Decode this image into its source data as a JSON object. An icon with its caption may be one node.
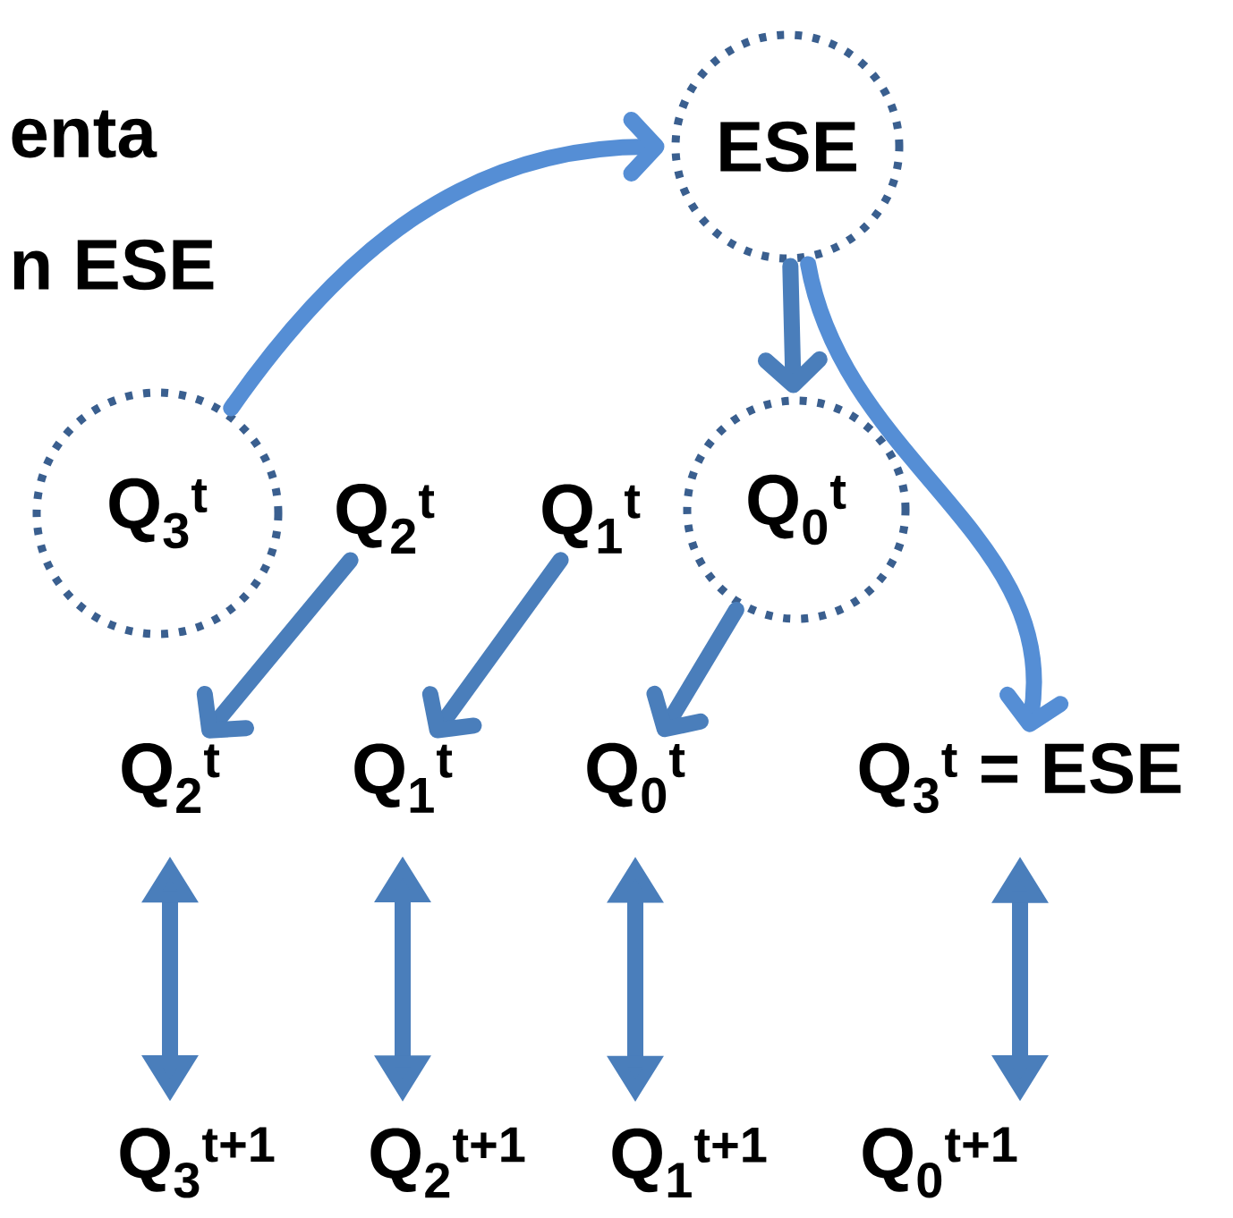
{
  "diagram": {
    "nodes": [
      {
        "text": [
          "ESE"
        ]
      },
      {
        "text": [
          "Q$_{3}$$^{t}$"
        ]
      },
      {
        "text": [
          "Q$_{2}$$^{t}$"
        ]
      },
      {
        "text": [
          "Q$_{1}$$^{t}$"
        ]
      },
      {
        "text": [
          "Q$_{0}$$^{t}$"
        ]
      },
      {
        "text": [
          "Q$_{2}$$^{t}$"
        ]
      },
      {
        "text": [
          "Q$_{1}$$^{t}$"
        ]
      },
      {
        "text": [
          "Q$_{0}$$^{t}$"
        ]
      },
      {
        "text": [
          "Q$_{3}$$^{t}$ = ESE"
        ]
      },
      {
        "text": [
          "Q$_{3}$$^{t+1}$"
        ]
      },
      {
        "text": [
          "Q$_{2}$$^{t+1}$"
        ]
      },
      {
        "text": [
          "Q$_{1}$$^{t+1}$"
        ]
      },
      {
        "text": [
          "Q$_{0}$$^{t+1}$"
        ]
      }
    ],
    "edges": [
      {
        "from": 1,
        "to": 0,
        "arrow": "to",
        "color": "#558ed5"
      },
      {
        "from": 0,
        "to": 4,
        "arrow": "to"
      },
      {
        "from": 0,
        "to": 8,
        "arrow": "to",
        "color": "#558ed5"
      },
      {
        "from": 2,
        "to": 5,
        "arrow": "to"
      },
      {
        "from": 3,
        "to": 6,
        "arrow": "to"
      },
      {
        "from": 4,
        "to": 7,
        "arrow": "to"
      },
      {
        "from": 5,
        "to": 9,
        "arrow": "both"
      },
      {
        "from": 6,
        "to": 10,
        "arrow": "both"
      },
      {
        "from": 7,
        "to": 11,
        "arrow": "both"
      },
      {
        "from": 8,
        "to": 12,
        "arrow": "both"
      }
    ],
    "labels": [
      "enta",
      "n ESE"
    ]
  }
}
